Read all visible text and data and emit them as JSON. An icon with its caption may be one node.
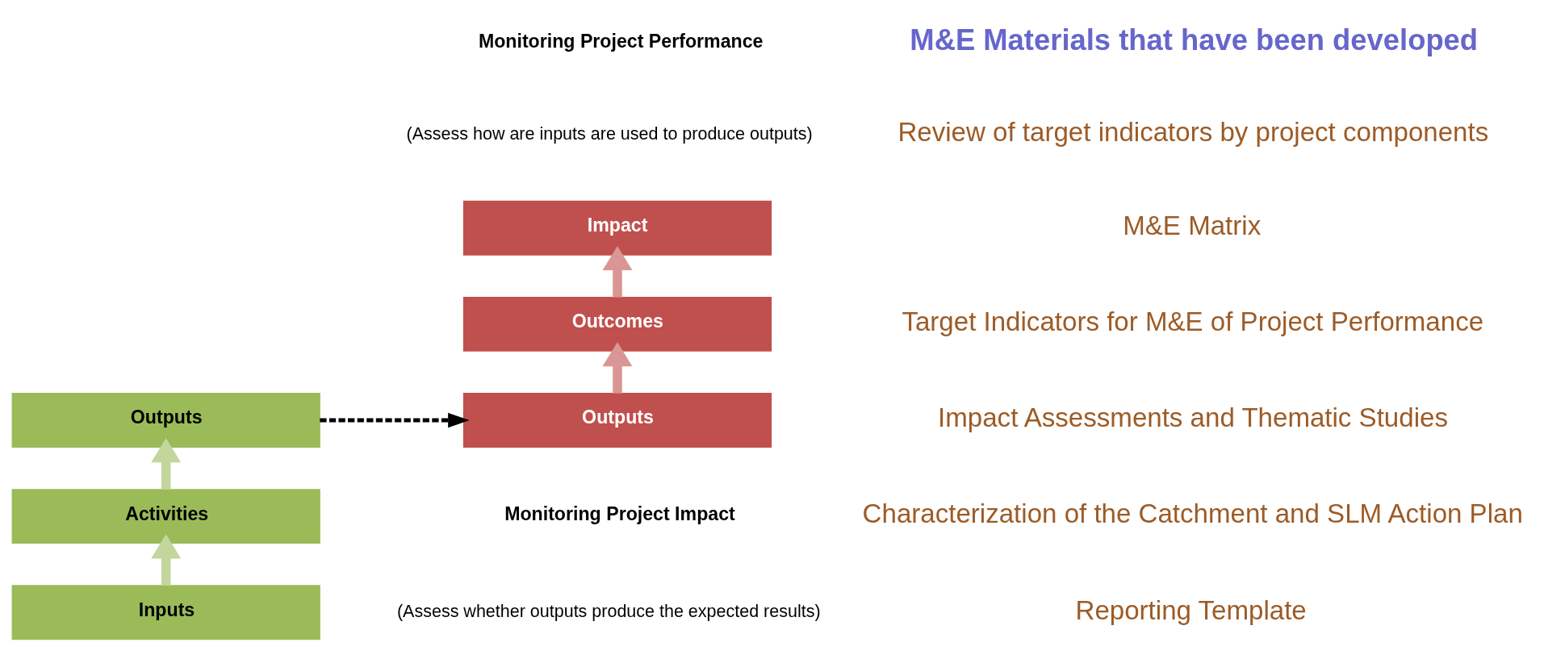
{
  "diagram": {
    "nodes": [
      {
        "text": [
          "Inputs"
        ]
      },
      {
        "text": [
          "Activities"
        ]
      },
      {
        "text": [
          "Outputs"
        ]
      },
      {
        "text": [
          "Outputs"
        ]
      },
      {
        "text": [
          "Outcomes"
        ]
      },
      {
        "text": [
          "Impact"
        ]
      }
    ],
    "edges": [
      {
        "from": 0,
        "to": 1,
        "arrow": "to",
        "color": "#c3d69b"
      },
      {
        "from": 1,
        "to": 2,
        "arrow": "to",
        "color": "#c3d69b"
      },
      {
        "from": 2,
        "to": 3,
        "arrow": "to",
        "style": "dashed",
        "color": "#000000"
      },
      {
        "from": 3,
        "to": 4,
        "arrow": "to",
        "color": "#d99694"
      },
      {
        "from": 4,
        "to": 5,
        "arrow": "to",
        "color": "#d99694"
      }
    ],
    "labels": [
      "Monitoring Project Performance",
      "(Assess how are inputs are used to produce outputs)",
      "Monitoring Project Impact",
      "(Assess whether outputs produce the expected results)",
      "M&E Materials that have been developed",
      "Review of target indicators by project components",
      "M&E Matrix",
      "Target Indicators for M&E of Project Performance",
      "Impact Assessments and Thematic Studies",
      "Characterization of the Catchment and SLM Action Plan",
      "Reporting Template"
    ]
  }
}
